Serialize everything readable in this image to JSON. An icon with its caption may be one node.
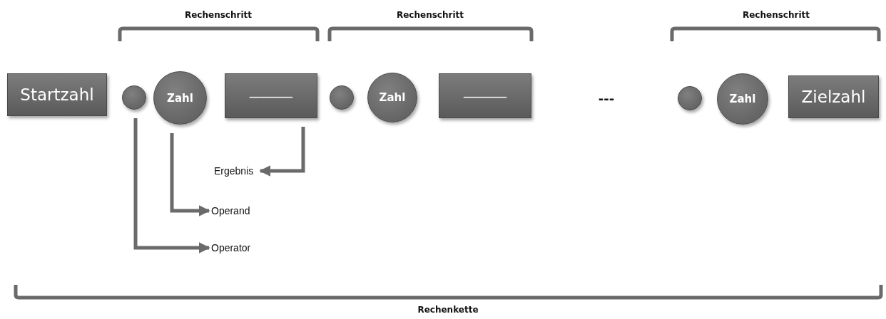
{
  "diagram": {
    "nodes": [
      {
        "text": [
          "Startzahl"
        ]
      },
      {
        "text": [],
        "shape": "circle"
      },
      {
        "text": [
          "Zahl"
        ]
      },
      {
        "text": [
          "______"
        ]
      },
      {
        "text": [],
        "shape": "circle"
      },
      {
        "text": [
          "Zahl"
        ]
      },
      {
        "text": [
          "______"
        ]
      },
      {
        "text": [],
        "shape": "circle"
      },
      {
        "text": [
          "Zahl"
        ]
      },
      {
        "text": [
          "Zielzahl"
        ]
      },
      {
        "text": [
          "Ergebnis"
        ]
      },
      {
        "text": [
          "Operand"
        ]
      },
      {
        "text": [
          "Operator"
        ]
      }
    ],
    "edges": [
      {
        "from": 3,
        "to": 10,
        "arrow": "to"
      },
      {
        "from": 2,
        "to": 11,
        "arrow": "to"
      },
      {
        "from": 1,
        "to": 12,
        "arrow": "to"
      }
    ],
    "labels": [
      "Rechenschritt",
      "Rechenschritt",
      "Rechenschritt",
      "---",
      "Rechenkette"
    ]
  }
}
